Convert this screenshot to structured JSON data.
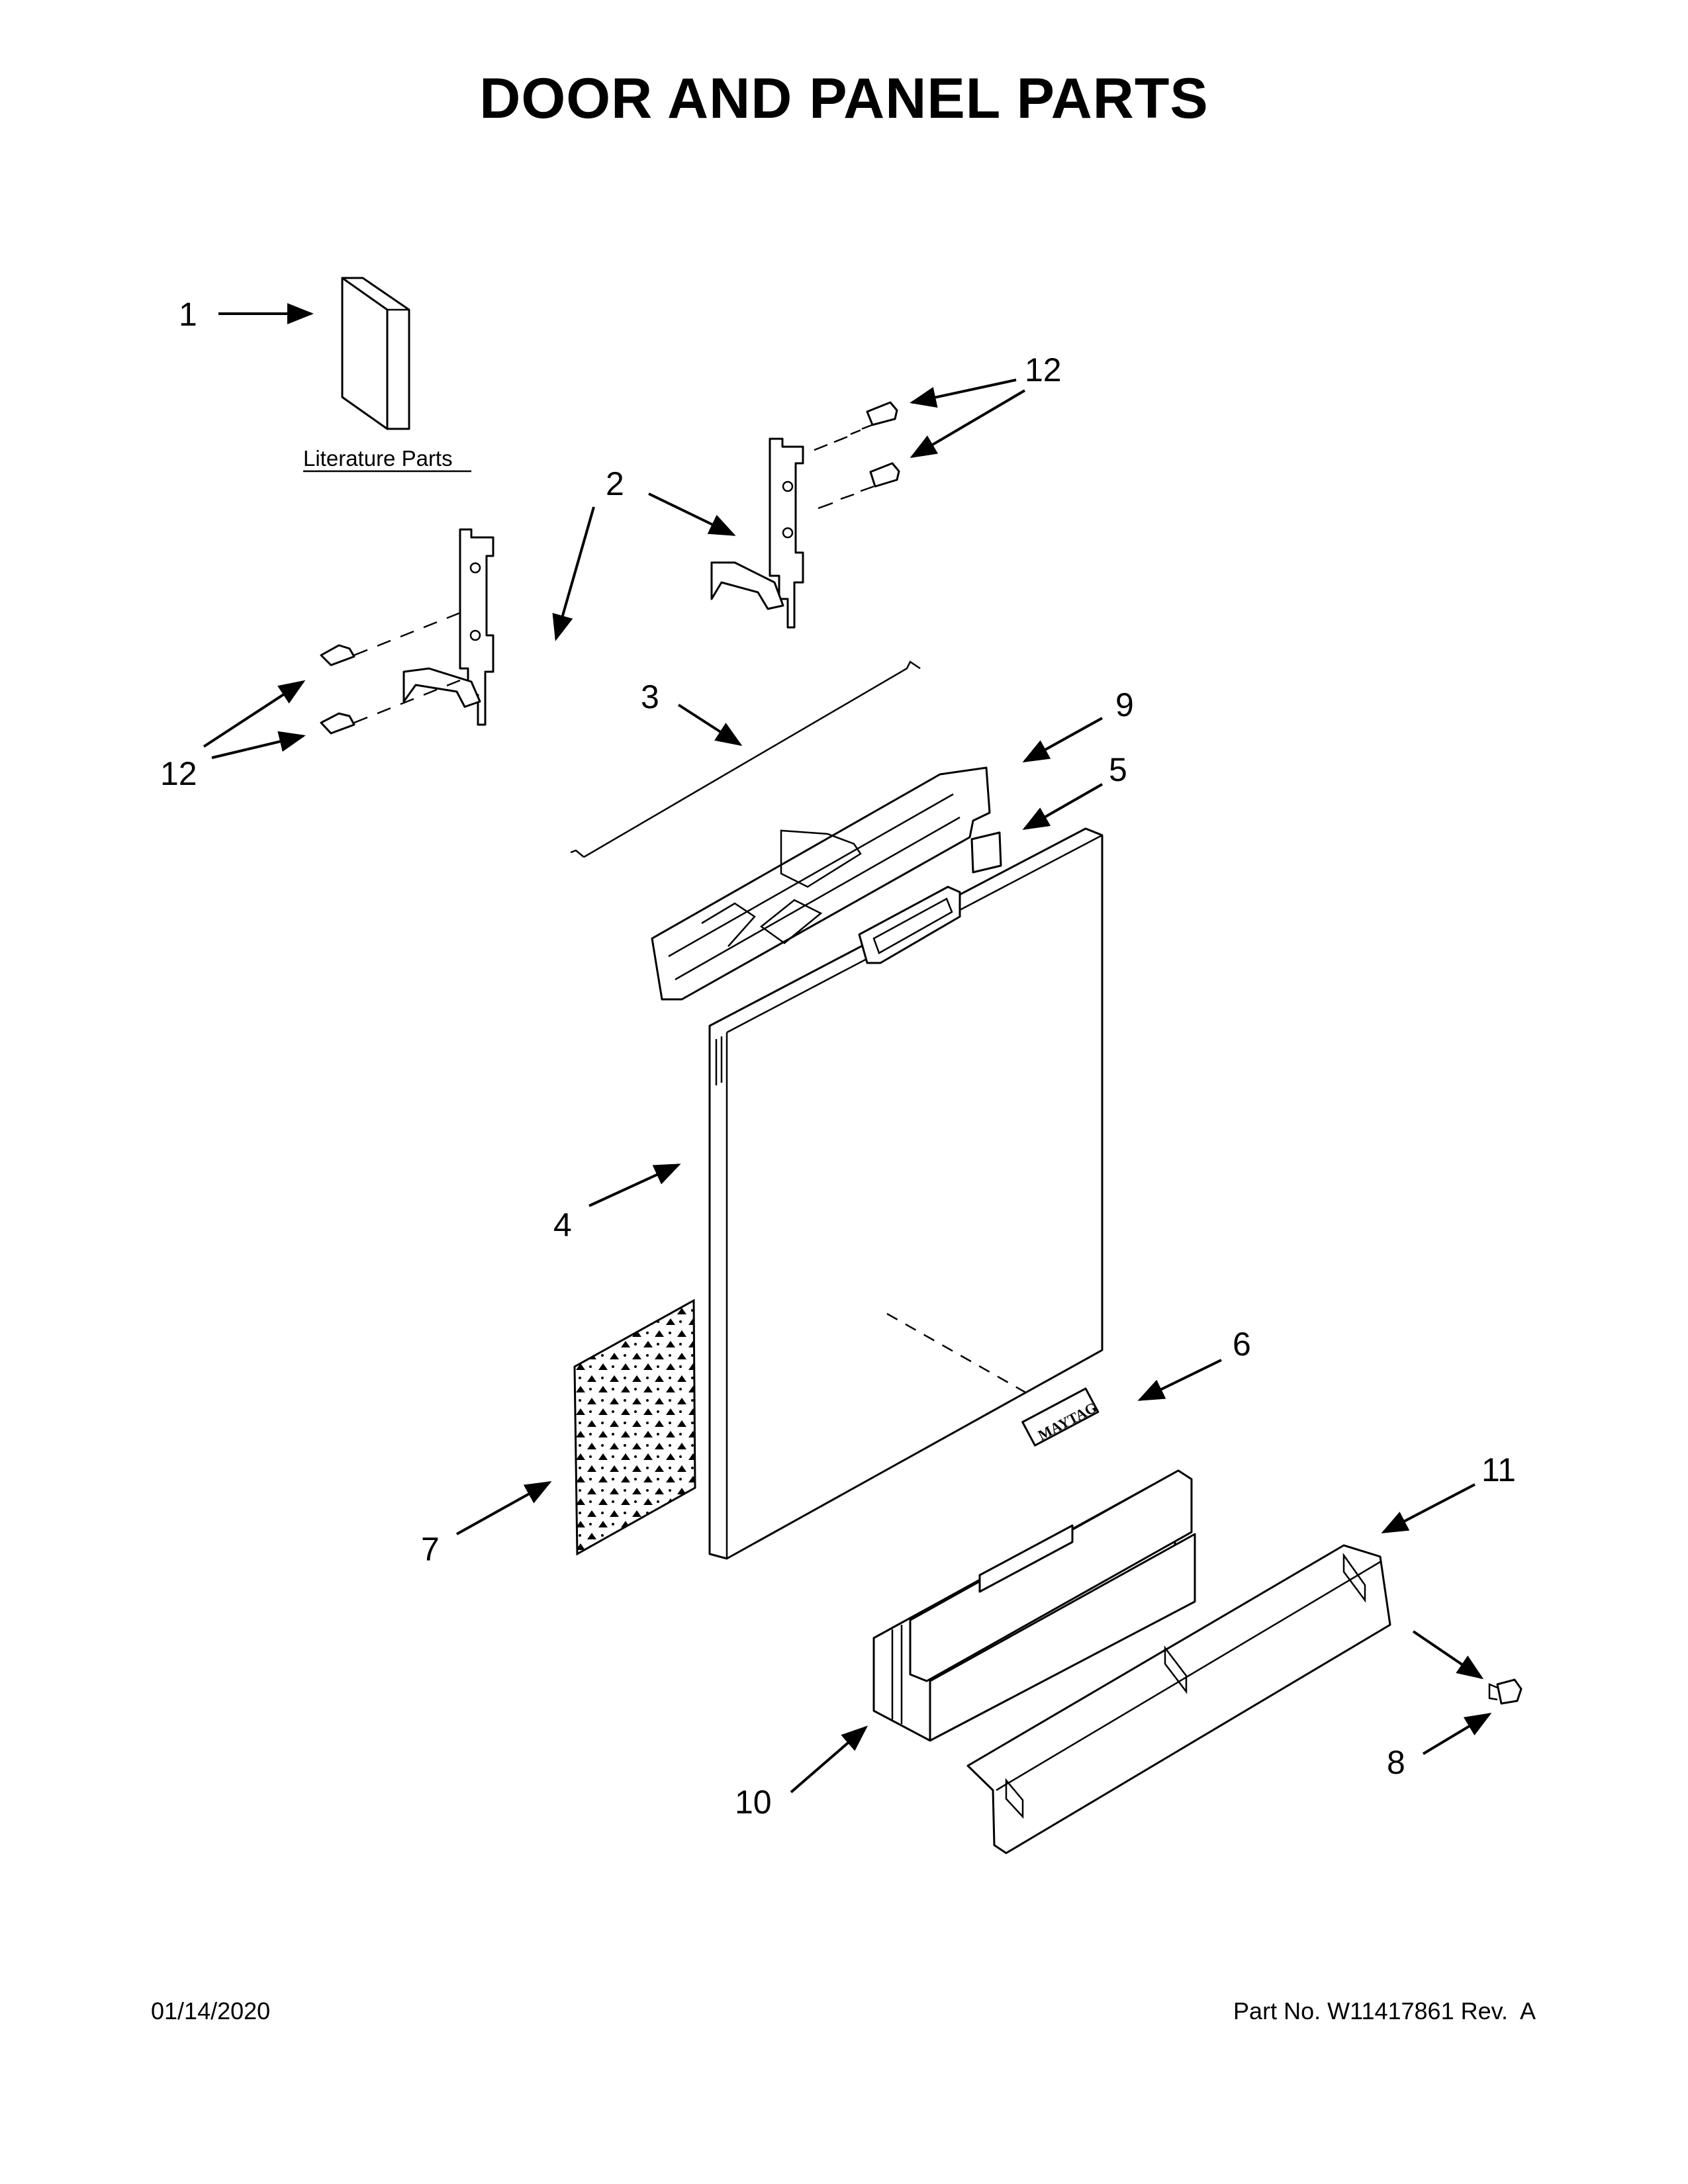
{
  "title": "DOOR AND PANEL PARTS",
  "literature_label": "Literature Parts",
  "brand_badge": "MAYTAG",
  "callouts": {
    "c1": "1",
    "c2": "2",
    "c3": "3",
    "c4": "4",
    "c5": "5",
    "c6": "6",
    "c7": "7",
    "c8": "8",
    "c9": "9",
    "c10": "10",
    "c11": "11",
    "c12_top": "12",
    "c12_left": "12"
  },
  "footer": {
    "date": "01/14/2020",
    "part_prefix": "Part No.",
    "part_number": "W11417861",
    "rev": "Rev.  A"
  }
}
